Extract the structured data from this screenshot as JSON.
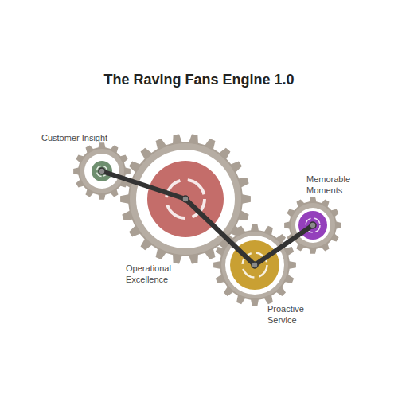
{
  "diagram": {
    "title": "The Raving Fans Engine 1.0",
    "nodes": [
      {
        "text": [
          "Customer Insight"
        ]
      },
      {
        "text": [
          "Operational Excellence"
        ]
      },
      {
        "text": [
          "Proactive Service"
        ]
      },
      {
        "text": [
          "Memorable Moments"
        ]
      }
    ],
    "edges": [
      {
        "from": 0,
        "to": 1,
        "arrow": "none"
      },
      {
        "from": 1,
        "to": 2,
        "arrow": "none"
      },
      {
        "from": 2,
        "to": 3,
        "arrow": "none"
      }
    ]
  }
}
